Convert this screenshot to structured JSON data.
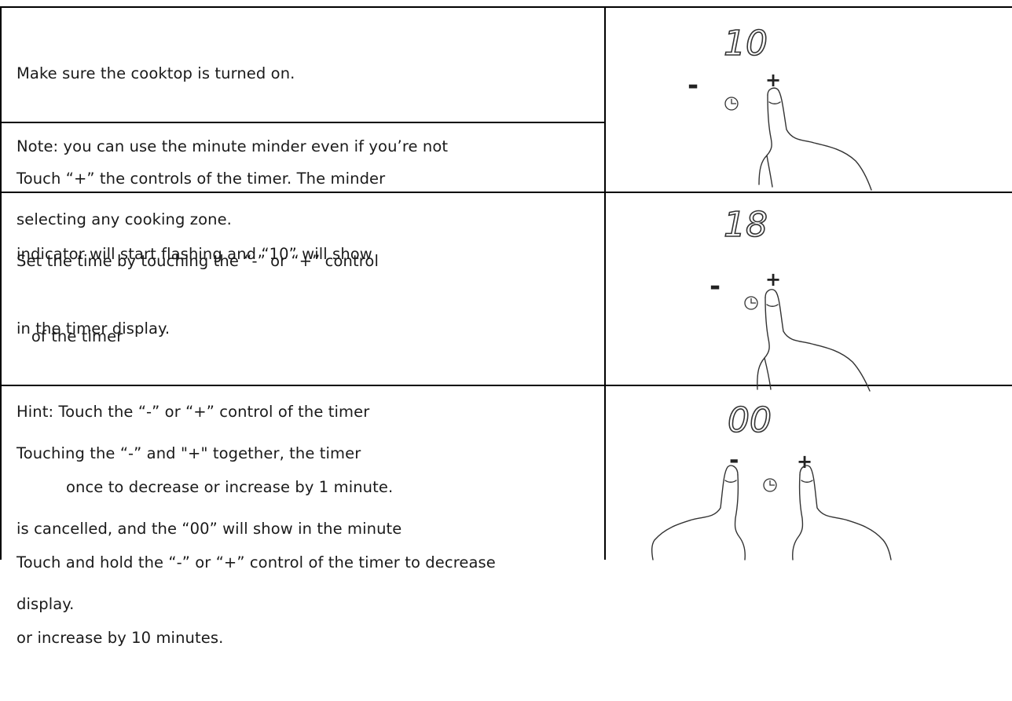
{
  "rows": [
    {
      "lines": [
        "Make sure the cooktop is turned on.",
        "Note: you can use the minute minder even if you’re not",
        "selecting any cooking zone."
      ]
    },
    {
      "lines": [
        "Touch “+” the controls of the timer. The minder",
        "indicator will start flashing and “10” will show",
        "in the timer display."
      ]
    },
    {
      "lines": [
        "Set the time by touching the “-” or “+” control",
        "   of the timer",
        "Hint: Touch the “-” or “+” control of the timer",
        "          once to decrease or increase by 1 minute.",
        "Touch and hold the “-” or “+” control of the timer to decrease",
        "or increase by 10 minutes."
      ]
    },
    {
      "lines": [
        "Touching the “-” and \"+\" together, the timer",
        "is cancelled, and the “00” will show in the minute",
        "display."
      ]
    }
  ],
  "figures": [
    {
      "display": "10",
      "minus": "-",
      "plus": "+",
      "icon": "clock-icon"
    },
    {
      "display": "18",
      "minus": "-",
      "plus": "+",
      "icon": "clock-icon"
    },
    {
      "display": "00",
      "minus": "-",
      "plus": "+",
      "icon": "clock-icon"
    }
  ]
}
